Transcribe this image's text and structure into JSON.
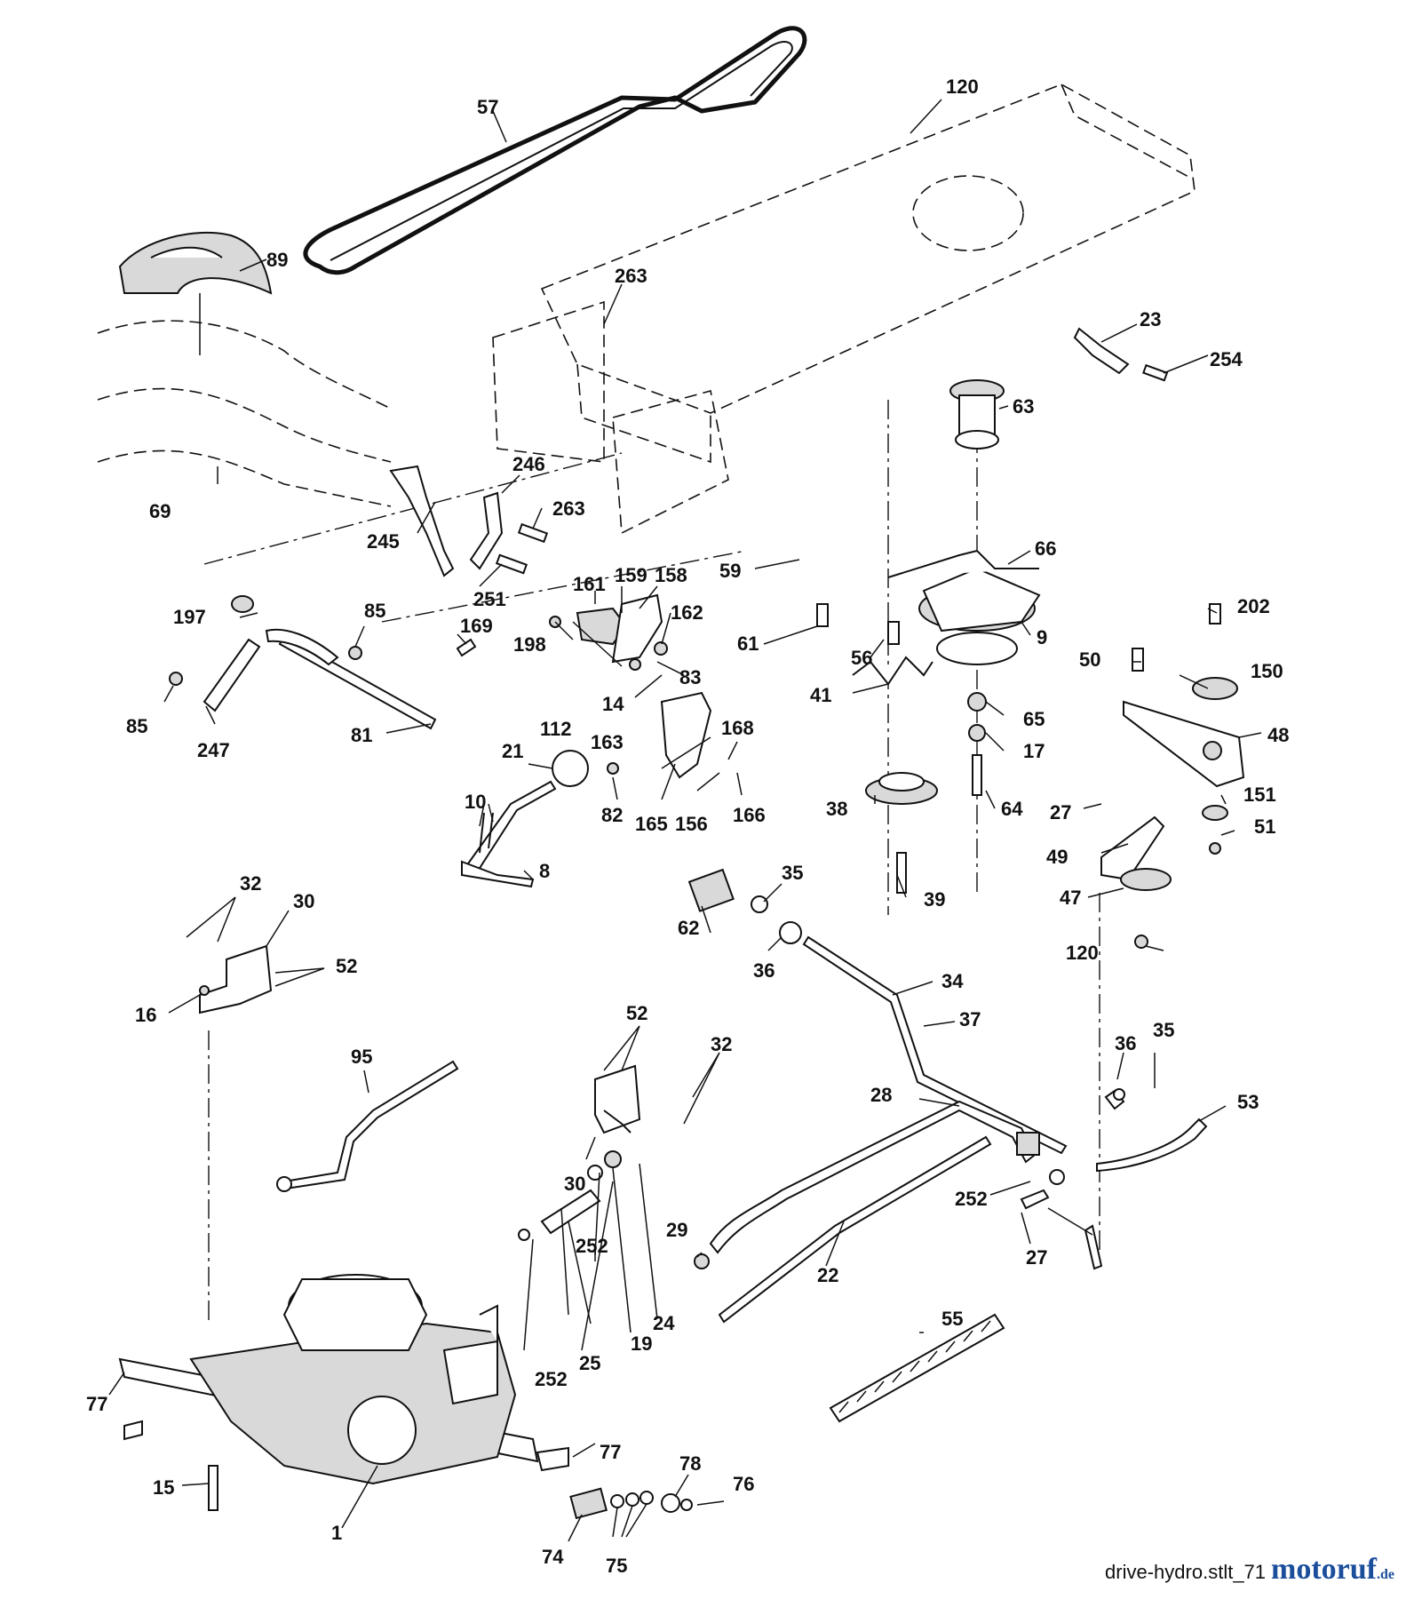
{
  "diagram": {
    "callouts": [
      {
        "id": "57",
        "label": "57"
      },
      {
        "id": "120a",
        "label": "120"
      },
      {
        "id": "89",
        "label": "89"
      },
      {
        "id": "263a",
        "label": "263"
      },
      {
        "id": "23",
        "label": "23"
      },
      {
        "id": "254",
        "label": "254"
      },
      {
        "id": "63",
        "label": "63"
      },
      {
        "id": "69",
        "label": "69"
      },
      {
        "id": "246",
        "label": "246"
      },
      {
        "id": "263b",
        "label": "263"
      },
      {
        "id": "245",
        "label": "245"
      },
      {
        "id": "251",
        "label": "251"
      },
      {
        "id": "59",
        "label": "59"
      },
      {
        "id": "66",
        "label": "66"
      },
      {
        "id": "161",
        "label": "161"
      },
      {
        "id": "159",
        "label": "159"
      },
      {
        "id": "158",
        "label": "158"
      },
      {
        "id": "9",
        "label": "9"
      },
      {
        "id": "202",
        "label": "202"
      },
      {
        "id": "197",
        "label": "197"
      },
      {
        "id": "85a",
        "label": "85"
      },
      {
        "id": "169",
        "label": "169"
      },
      {
        "id": "162",
        "label": "162"
      },
      {
        "id": "198",
        "label": "198"
      },
      {
        "id": "61",
        "label": "61"
      },
      {
        "id": "56",
        "label": "56"
      },
      {
        "id": "50",
        "label": "50"
      },
      {
        "id": "150",
        "label": "150"
      },
      {
        "id": "83",
        "label": "83"
      },
      {
        "id": "41",
        "label": "41"
      },
      {
        "id": "65",
        "label": "65"
      },
      {
        "id": "14",
        "label": "14"
      },
      {
        "id": "85b",
        "label": "85"
      },
      {
        "id": "112",
        "label": "112"
      },
      {
        "id": "81",
        "label": "81"
      },
      {
        "id": "48",
        "label": "48"
      },
      {
        "id": "168",
        "label": "168"
      },
      {
        "id": "163",
        "label": "163"
      },
      {
        "id": "17",
        "label": "17"
      },
      {
        "id": "247",
        "label": "247"
      },
      {
        "id": "21",
        "label": "21"
      },
      {
        "id": "151",
        "label": "151"
      },
      {
        "id": "38",
        "label": "38"
      },
      {
        "id": "64",
        "label": "64"
      },
      {
        "id": "27a",
        "label": "27"
      },
      {
        "id": "10",
        "label": "10"
      },
      {
        "id": "82",
        "label": "82"
      },
      {
        "id": "165",
        "label": "165"
      },
      {
        "id": "156",
        "label": "156"
      },
      {
        "id": "166",
        "label": "166"
      },
      {
        "id": "51",
        "label": "51"
      },
      {
        "id": "49",
        "label": "49"
      },
      {
        "id": "8",
        "label": "8"
      },
      {
        "id": "35a",
        "label": "35"
      },
      {
        "id": "32a",
        "label": "32"
      },
      {
        "id": "47",
        "label": "47"
      },
      {
        "id": "39",
        "label": "39"
      },
      {
        "id": "30a",
        "label": "30"
      },
      {
        "id": "62",
        "label": "62"
      },
      {
        "id": "36a",
        "label": "36"
      },
      {
        "id": "120b",
        "label": "120"
      },
      {
        "id": "52a",
        "label": "52"
      },
      {
        "id": "34",
        "label": "34"
      },
      {
        "id": "16",
        "label": "16"
      },
      {
        "id": "37",
        "label": "37"
      },
      {
        "id": "52b",
        "label": "52"
      },
      {
        "id": "36b",
        "label": "36"
      },
      {
        "id": "35b",
        "label": "35"
      },
      {
        "id": "32b",
        "label": "32"
      },
      {
        "id": "95",
        "label": "95"
      },
      {
        "id": "28",
        "label": "28"
      },
      {
        "id": "53",
        "label": "53"
      },
      {
        "id": "30b",
        "label": "30"
      },
      {
        "id": "252a",
        "label": "252"
      },
      {
        "id": "29",
        "label": "29"
      },
      {
        "id": "22",
        "label": "22"
      },
      {
        "id": "27b",
        "label": "27"
      },
      {
        "id": "252b",
        "label": "252"
      },
      {
        "id": "24",
        "label": "24"
      },
      {
        "id": "19",
        "label": "19"
      },
      {
        "id": "55",
        "label": "55"
      },
      {
        "id": "25",
        "label": "25"
      },
      {
        "id": "252c",
        "label": "252"
      },
      {
        "id": "77a",
        "label": "77"
      },
      {
        "id": "77b",
        "label": "77"
      },
      {
        "id": "78",
        "label": "78"
      },
      {
        "id": "76",
        "label": "76"
      },
      {
        "id": "15",
        "label": "15"
      },
      {
        "id": "1",
        "label": "1"
      },
      {
        "id": "74",
        "label": "74"
      },
      {
        "id": "75",
        "label": "75"
      }
    ]
  },
  "footer": {
    "caption": "drive-hydro.stlt_71",
    "brand": "motoruf",
    "brand_tld": ".de"
  }
}
